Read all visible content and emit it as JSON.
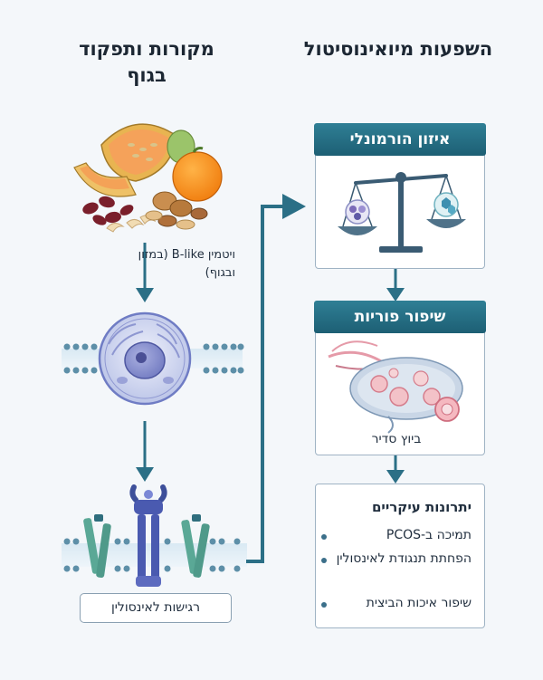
{
  "left_column": {
    "title": "מקורות ותפקוד בגוף",
    "vitamin_label": "ויטמין B-like (במזון ובגוף)",
    "insulin_label": "רגישות לאינסולין"
  },
  "right_column": {
    "title": "השפעות מיואינוסיטול",
    "hormonal_card": {
      "header": "איזון הורמונלי"
    },
    "fertility_card": {
      "header": "שיפור פוריות",
      "caption": "ביוץ סדיר"
    },
    "benefits_card": {
      "title": "יתרונות עיקריים",
      "items": [
        "תמיכה ב-PCOS",
        "הפחתת תנגודת לאינסולין",
        "שיפור איכות הביצית"
      ]
    }
  },
  "colors": {
    "accent": "#2f7f95",
    "arrow": "#2b6f86",
    "card_border": "#9fb3c4"
  },
  "icons": [
    "fruits-nuts-illustration",
    "cell-illustration",
    "membrane-receptor-illustration",
    "balance-scale-icon",
    "ovary-illustration",
    "down-arrow-icon",
    "right-arrow-icon"
  ]
}
